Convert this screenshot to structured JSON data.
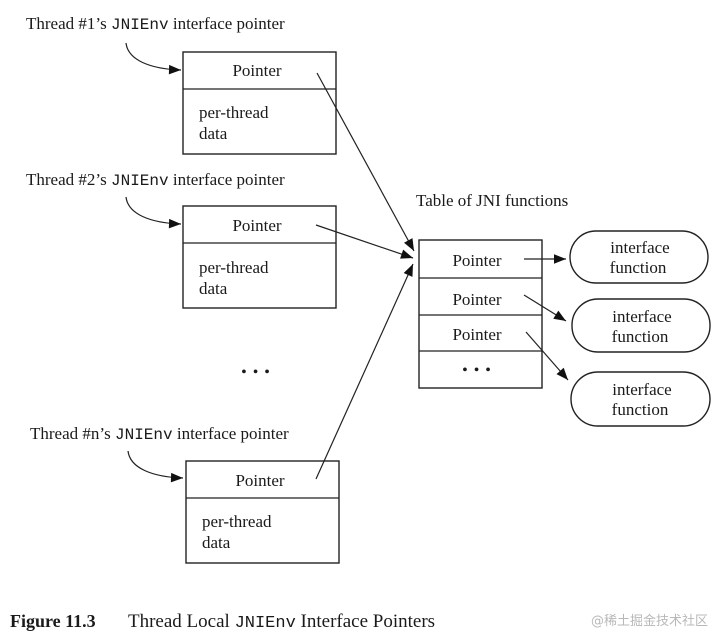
{
  "threads": [
    {
      "label_prefix": "Thread #1’s ",
      "label_code": "JNIEnv",
      "label_suffix": " interface pointer",
      "pointer_label": "Pointer",
      "data_line1": "per-thread",
      "data_line2": "data"
    },
    {
      "label_prefix": "Thread #2’s ",
      "label_code": "JNIEnv",
      "label_suffix": " interface pointer",
      "pointer_label": "Pointer",
      "data_line1": "per-thread",
      "data_line2": "data"
    },
    {
      "label_prefix": "Thread #n’s ",
      "label_code": "JNIEnv",
      "label_suffix": " interface pointer",
      "pointer_label": "Pointer",
      "data_line1": "per-thread",
      "data_line2": "data"
    }
  ],
  "threads_ellipsis": "• • •",
  "table": {
    "title": "Table of JNI functions",
    "rows": [
      "Pointer",
      "Pointer",
      "Pointer"
    ],
    "ellipsis": "• • •"
  },
  "functions": [
    {
      "line1": "interface",
      "line2": "function"
    },
    {
      "line1": "interface",
      "line2": "function"
    },
    {
      "line1": "interface",
      "line2": "function"
    }
  ],
  "caption": {
    "figure_number": "Figure 11.3",
    "text_prefix": "Thread Local ",
    "text_code": "JNIEnv",
    "text_suffix": " Interface Pointers"
  },
  "watermark": "@稀土掘金技术社区"
}
